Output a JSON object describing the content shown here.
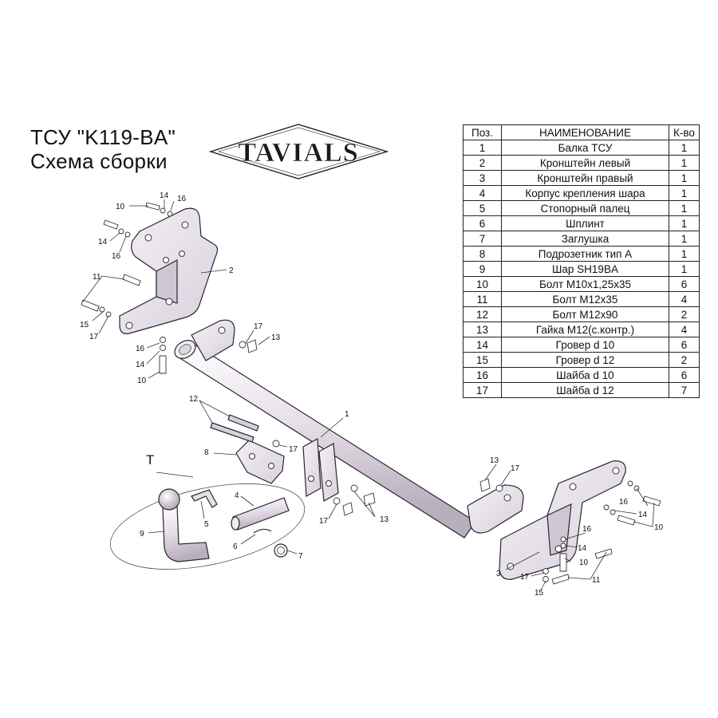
{
  "title": {
    "line1": "ТСУ  \"K119-BA\"",
    "line2": "Схема сборки"
  },
  "logo": {
    "text": "TAVIALS"
  },
  "table": {
    "headers": [
      "Поз.",
      "НАИМЕНОВАНИЕ",
      "К-во"
    ],
    "rows": [
      [
        "1",
        "Балка ТСУ",
        "1"
      ],
      [
        "2",
        "Кронштейн левый",
        "1"
      ],
      [
        "3",
        "Кронштейн правый",
        "1"
      ],
      [
        "4",
        "Корпус крепления шара",
        "1"
      ],
      [
        "5",
        "Стопорный палец",
        "1"
      ],
      [
        "6",
        "Шплинт",
        "1"
      ],
      [
        "7",
        "Заглушка",
        "1"
      ],
      [
        "8",
        "Подрозетник тип А",
        "1"
      ],
      [
        "9",
        "Шар SH19BA",
        "1"
      ],
      [
        "10",
        "Болт М10х1,25х35",
        "6"
      ],
      [
        "11",
        "Болт М12х35",
        "4"
      ],
      [
        "12",
        "Болт М12х90",
        "2"
      ],
      [
        "13",
        "Гайка М12(с.контр.)",
        "4"
      ],
      [
        "14",
        "Гровер d 10",
        "6"
      ],
      [
        "15",
        "Гровер d 12",
        "2"
      ],
      [
        "16",
        "Шайба d 10",
        "6"
      ],
      [
        "17",
        "Шайба d 12",
        "7"
      ]
    ]
  },
  "diagram": {
    "ball_group_label": "T",
    "callouts": {
      "l10a": "10",
      "l14a": "14",
      "l16a": "16",
      "l14b": "14",
      "l16b": "16",
      "l2": "2",
      "l11a": "11",
      "l15a": "15",
      "l17a": "17",
      "l17b": "17",
      "l13a": "13",
      "l16c": "16",
      "l14c": "14",
      "l10b": "10",
      "l12": "12",
      "l1": "1",
      "l17c": "17",
      "l8": "8",
      "l4": "4",
      "l5": "5",
      "l9": "9",
      "l6": "6",
      "l7": "7",
      "l17d": "17",
      "l13b": "13",
      "l13c": "13",
      "l17e": "17",
      "l16d": "16",
      "l14d": "14",
      "l10c": "10",
      "l16e": "16",
      "l14e": "14",
      "l10d": "10",
      "l3": "3",
      "l17f": "17",
      "l15b": "15",
      "l11b": "11"
    }
  }
}
